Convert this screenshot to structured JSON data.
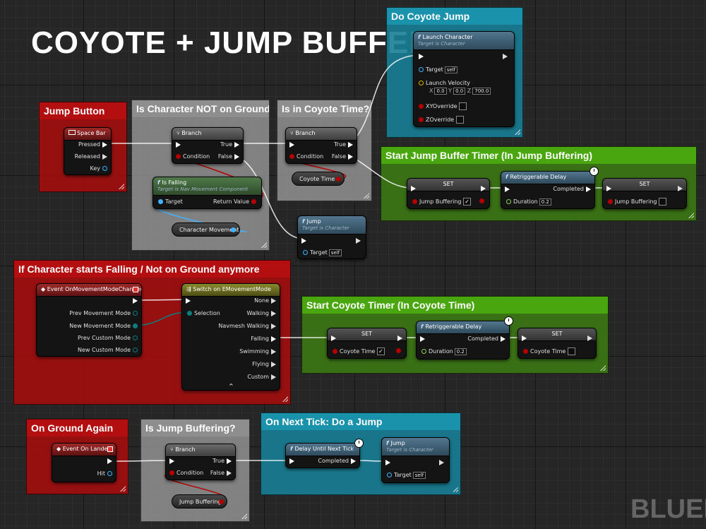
{
  "title": "COYOTE + JUMP BUFFER",
  "watermark": "BLUEP",
  "comments": {
    "do_coyote": "Do Coyote Jump",
    "jump_button": "Jump Button",
    "not_on_ground": "Is Character NOT on Ground?",
    "in_coyote": "Is in Coyote Time?",
    "start_jump_buffer": "Start Jump Buffer Timer (In Jump Buffering)",
    "starts_falling": "If Character starts Falling / Not on Ground anymore",
    "start_coyote": "Start Coyote Timer (In Coyote Time)",
    "on_ground": "On Ground Again",
    "is_jump_buffering": "Is Jump Buffering?",
    "next_tick": "On Next Tick: Do a Jump"
  },
  "launch": {
    "title": "Launch Character",
    "subtitle": "Target is Character",
    "target_label": "Target",
    "target_value": "self",
    "velocity_label": "Launch Velocity",
    "x_label": "X",
    "x_value": "0.0",
    "y_label": "Y",
    "y_value": "0.0",
    "z_label": "Z",
    "z_value": "700.0",
    "xy_override": "XYOverride",
    "z_override": "ZOverride"
  },
  "spacebar": {
    "title": "Space Bar",
    "pressed": "Pressed",
    "released": "Released",
    "key": "Key"
  },
  "branch1": {
    "title": "Branch",
    "condition": "Condition",
    "true_label": "True",
    "false_label": "False"
  },
  "branch2": {
    "title": "Branch",
    "condition": "Condition",
    "true_label": "True",
    "false_label": "False"
  },
  "branch3": {
    "title": "Branch",
    "condition": "Condition",
    "true_label": "True",
    "false_label": "False"
  },
  "isfalling": {
    "title": "Is Falling",
    "subtitle": "Target is Nav Movement Component",
    "target": "Target",
    "return_value": "Return Value"
  },
  "char_movement": "Character Movement",
  "coyote_time_var": "Coyote Time",
  "jump_buffering_var": "Jump Buffering",
  "jump1": {
    "title": "Jump",
    "subtitle": "Target is Character",
    "target": "Target",
    "target_value": "self"
  },
  "jump2": {
    "title": "Jump",
    "subtitle": "Target is Character",
    "target": "Target",
    "target_value": "self"
  },
  "set_jb1": {
    "title": "SET",
    "label": "Jump Buffering",
    "checked": true
  },
  "delay1": {
    "title": "Retriggerable Delay",
    "completed": "Completed",
    "duration": "Duration",
    "duration_value": "0.2"
  },
  "set_jb2": {
    "title": "SET",
    "label": "Jump Buffering",
    "checked": false
  },
  "event_mode": {
    "title": "Event OnMovementModeChanged",
    "prev_mode": "Prev Movement Mode",
    "new_mode": "New Movement Mode",
    "prev_custom": "Prev Custom Mode",
    "new_custom": "New Custom Mode"
  },
  "switch": {
    "title": "Switch on EMovementMode",
    "selection": "Selection",
    "options": [
      "None",
      "Walking",
      "Navmesh Walking",
      "Falling",
      "Swimming",
      "Flying",
      "Custom"
    ],
    "collapse": "^"
  },
  "set_ct1": {
    "title": "SET",
    "label": "Coyote Time",
    "checked": true
  },
  "delay2": {
    "title": "Retriggerable Delay",
    "completed": "Completed",
    "duration": "Duration",
    "duration_value": "0.2"
  },
  "set_ct2": {
    "title": "SET",
    "label": "Coyote Time",
    "checked": false
  },
  "event_landed": {
    "title": "Event On Landed",
    "hit": "Hit"
  },
  "delay_tick": {
    "title": "Delay Until Next Tick",
    "completed": "Completed"
  },
  "colors": {
    "exec_pin": "#ffffff",
    "bool_pin": "#b30000",
    "object_pin": "#3fb3ff",
    "vector_pin": "#d9b100",
    "float_pin": "#8ad157",
    "enum_pin": "#0e7d7d"
  }
}
